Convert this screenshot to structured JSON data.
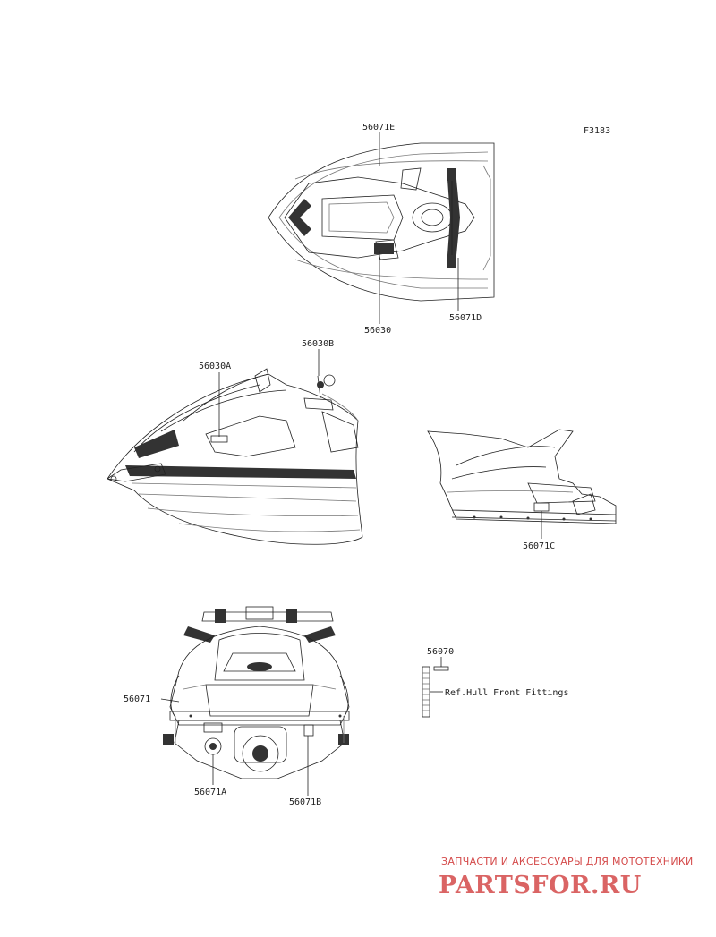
{
  "figure_code": "F3183",
  "callouts": {
    "top_e": "56071E",
    "top_main": "56030",
    "top_d": "56071D",
    "side_a": "56030A",
    "side_b": "56030B",
    "rear_c": "56071C",
    "back_main": "56071",
    "back_a": "56071A",
    "back_b": "56071B",
    "small_part": "56070"
  },
  "reference_note": "Ref.Hull Front Fittings",
  "watermark": {
    "tagline": "ЗАПЧАСТИ И АКСЕССУАРЫ ДЛЯ МОТОТЕХНИКИ",
    "logo": "PARTSFOR.RU",
    "color": "#d44a4a"
  }
}
